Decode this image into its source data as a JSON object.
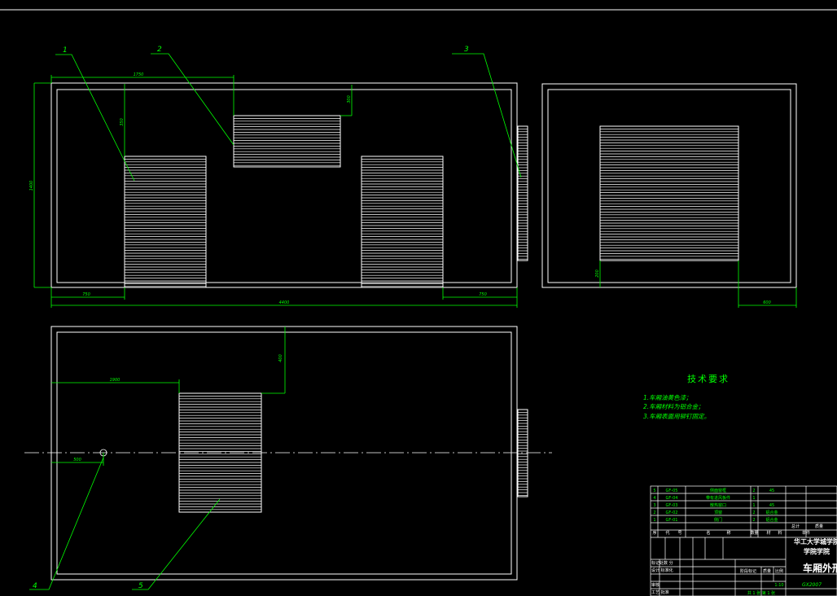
{
  "colors": {
    "background": "#000000",
    "outline": "#ffffff",
    "dimension": "#00ff00"
  },
  "leaders": [
    "1",
    "2",
    "3",
    "4",
    "5"
  ],
  "dimensions": {
    "top_width_left": "1750",
    "top_height_vent": "300",
    "top_depth_small": "350",
    "top_overall_height": "1400",
    "top_left_gap": "750",
    "top_right_gap": "750",
    "top_overall_length": "4400",
    "right_small": "200",
    "right_width": "600",
    "bottom_height": "400",
    "bottom_offset": "1900",
    "bottom_hole": "500"
  },
  "notes": {
    "title": "技术要求",
    "items": [
      "1.车厢油黄色漆；",
      "2.车厢材料为铝合金；",
      "3.车厢表面用铆钉固定。"
    ]
  },
  "title_block": {
    "parts": [
      {
        "no": "5",
        "code": "GF-05",
        "name": "侧面窗框",
        "qty": "2",
        "material": "45"
      },
      {
        "no": "4",
        "code": "GF-04",
        "name": "带有进风板件",
        "qty": "1",
        "material": ""
      },
      {
        "no": "3",
        "code": "GF-03",
        "name": "散热窗口",
        "qty": "1",
        "material": "45"
      },
      {
        "no": "2",
        "code": "GF-02",
        "name": "顶窗",
        "qty": "2",
        "material": "铝合金"
      },
      {
        "no": "1",
        "code": "GF-01",
        "name": "侧门",
        "qty": "2",
        "material": "铝合金"
      }
    ],
    "header_labels": [
      "序",
      "代",
      "号",
      "名",
      "称",
      "数",
      "量",
      "材",
      "料"
    ],
    "cell_labels": [
      "总计",
      "质量",
      "单件"
    ],
    "school": "华工大学城学院",
    "school_sub": "学院学院",
    "drawing_title": "车厢外形",
    "code": "GX2007",
    "scale": "1:10",
    "sheets": "共 1 张  第 1 张",
    "rows": [
      "标记处数 分",
      "设计 标准化",
      "审核",
      "工艺 批准"
    ],
    "stage_labels": [
      "阶段标记",
      "质量",
      "比例"
    ]
  }
}
